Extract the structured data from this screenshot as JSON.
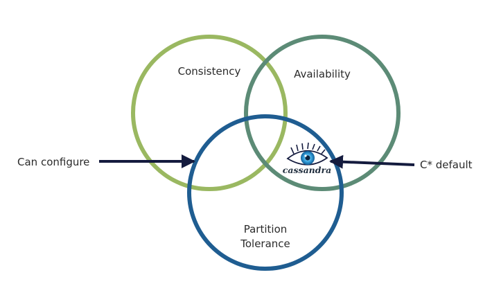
{
  "circles": [
    {
      "id": "consistency",
      "label": "Consistency",
      "color": "#9ab861"
    },
    {
      "id": "availability",
      "label": "Availability",
      "color": "#5c8b76"
    },
    {
      "id": "partition",
      "label_lines": [
        "Partition",
        "Tolerance"
      ],
      "color": "#1f5d91"
    }
  ],
  "annotations": {
    "left_label": "Can configure",
    "right_label": "C* default",
    "arrow_color": "#141b3e"
  },
  "logo": {
    "text": "cassandra",
    "icon": "cassandra-eye-logo"
  }
}
